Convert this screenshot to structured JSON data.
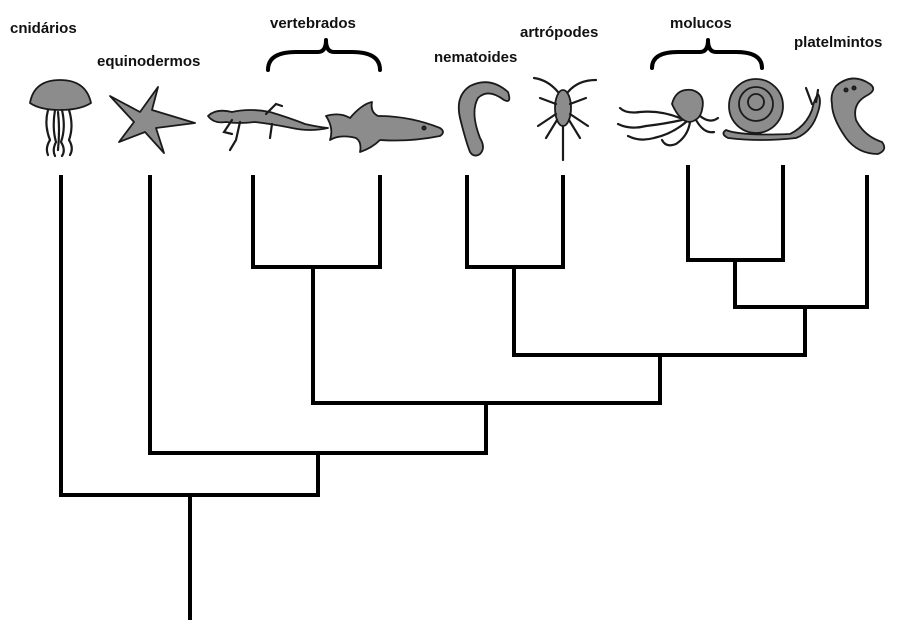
{
  "diagram": {
    "labels": {
      "cnidarios": "cnidários",
      "equinodermos": "equinodermos",
      "vertebrados": "vertebrados",
      "nematoides": "nematoides",
      "artropodes": "artrópodes",
      "moluscos": "molucos",
      "platelmintos": "platelmintos"
    },
    "icons": {
      "cnidarios": "jellyfish-icon",
      "equinodermos": "starfish-icon",
      "vertebrados_1": "salamander-icon",
      "vertebrados_2": "shark-icon",
      "nematoides": "roundworm-icon",
      "artropodes": "crustacean-icon",
      "moluscos_1": "octopus-icon",
      "moluscos_2": "snail-icon",
      "platelmintos": "flatworm-icon"
    },
    "colors": {
      "line": "#000000",
      "silhouette_fill": "#8c8c8c",
      "background": "#ffffff"
    }
  }
}
